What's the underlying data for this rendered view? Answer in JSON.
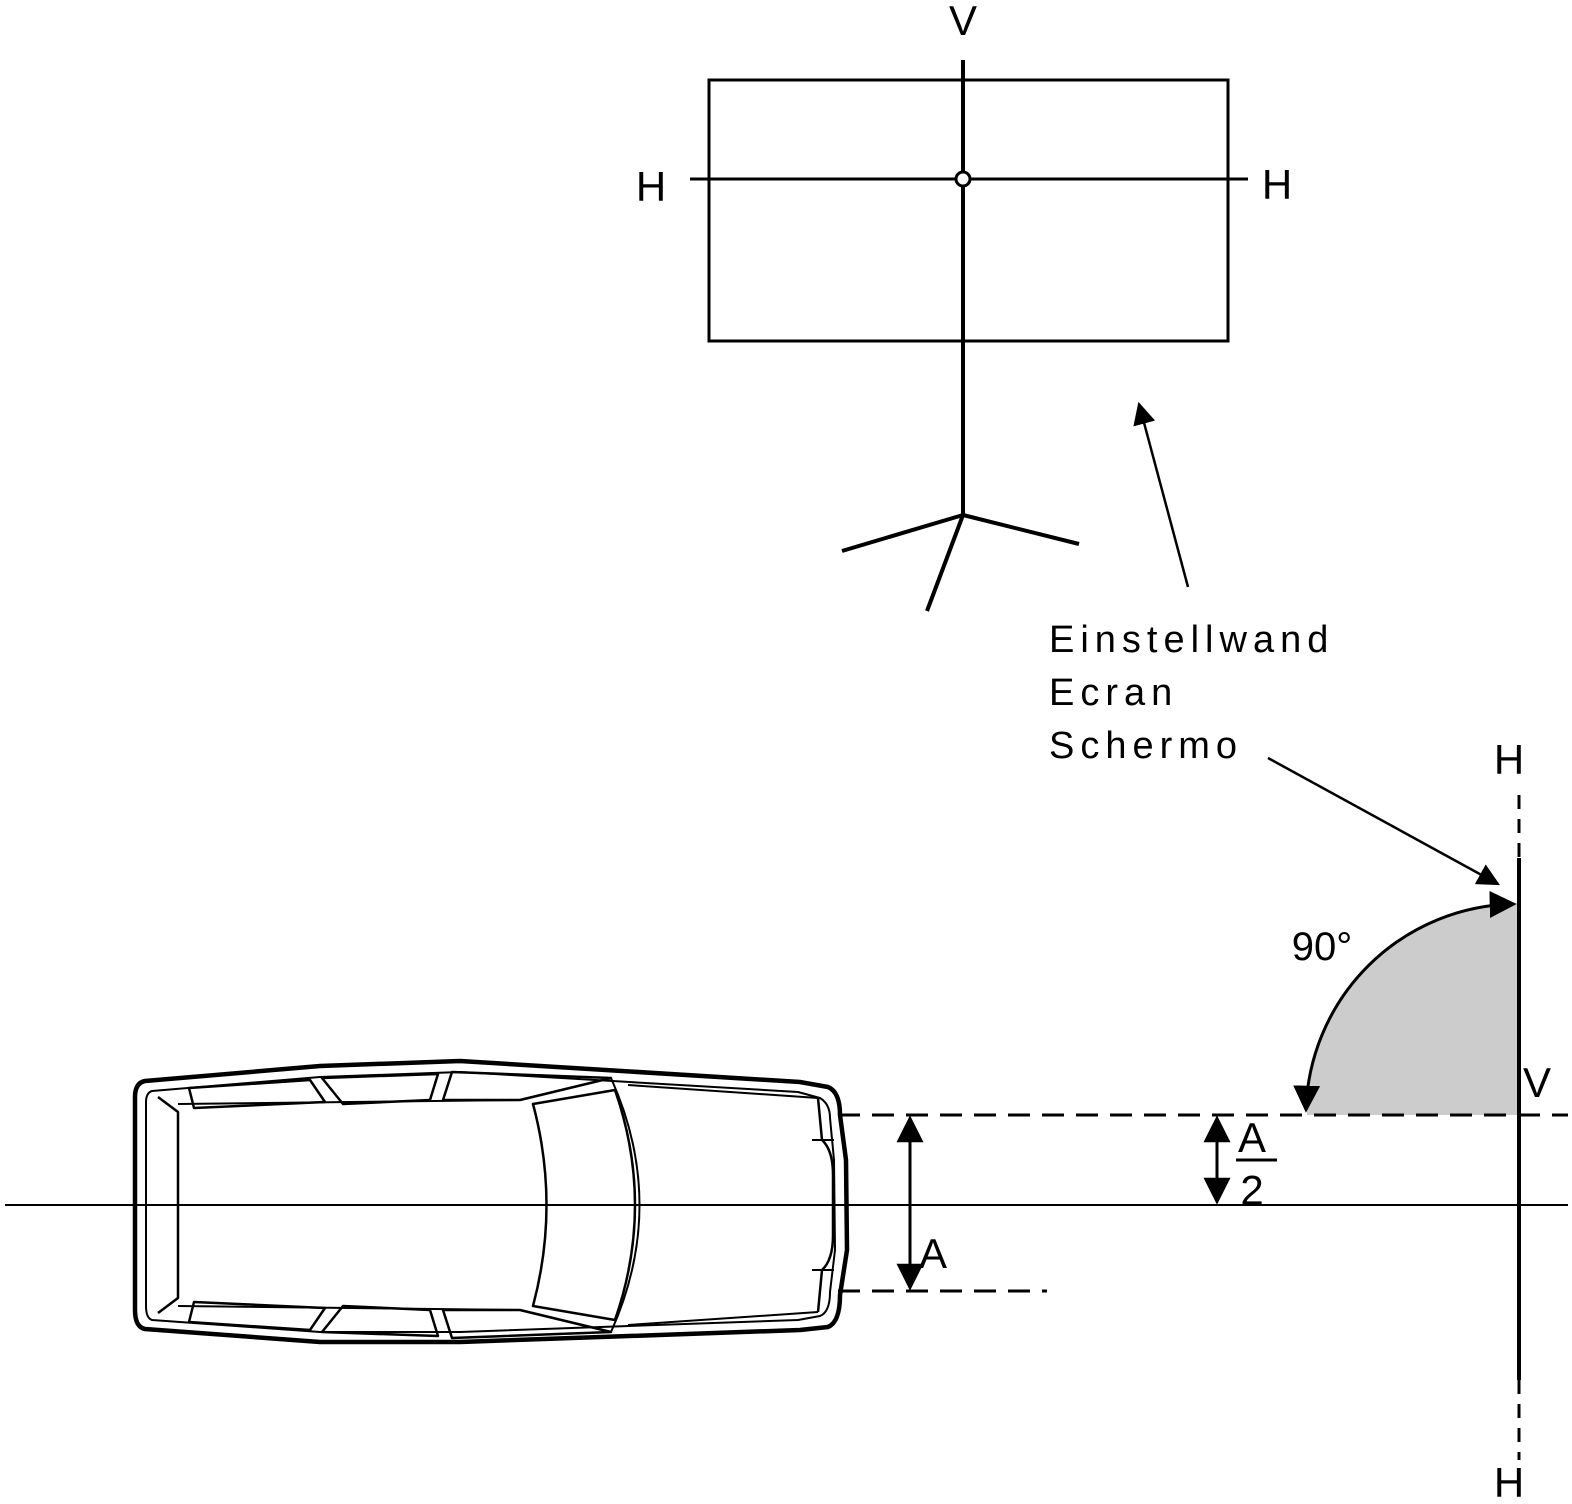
{
  "screen_view": {
    "vertical_label": "V",
    "horizontal_label_left": "H",
    "horizontal_label_right": "H"
  },
  "screen_caption": {
    "line1": "Einstellwand",
    "line2": "Ecran",
    "line3": "Schermo"
  },
  "plan_view": {
    "screen_label_top": "H",
    "screen_label_bottom": "H",
    "screen_label_v": "V",
    "angle_label": "90°",
    "dim_a_label": "A",
    "half_a_numerator": "A",
    "half_a_denominator": "2"
  },
  "colors": {
    "line": "#000000",
    "angle_fill": "#cccccc"
  }
}
